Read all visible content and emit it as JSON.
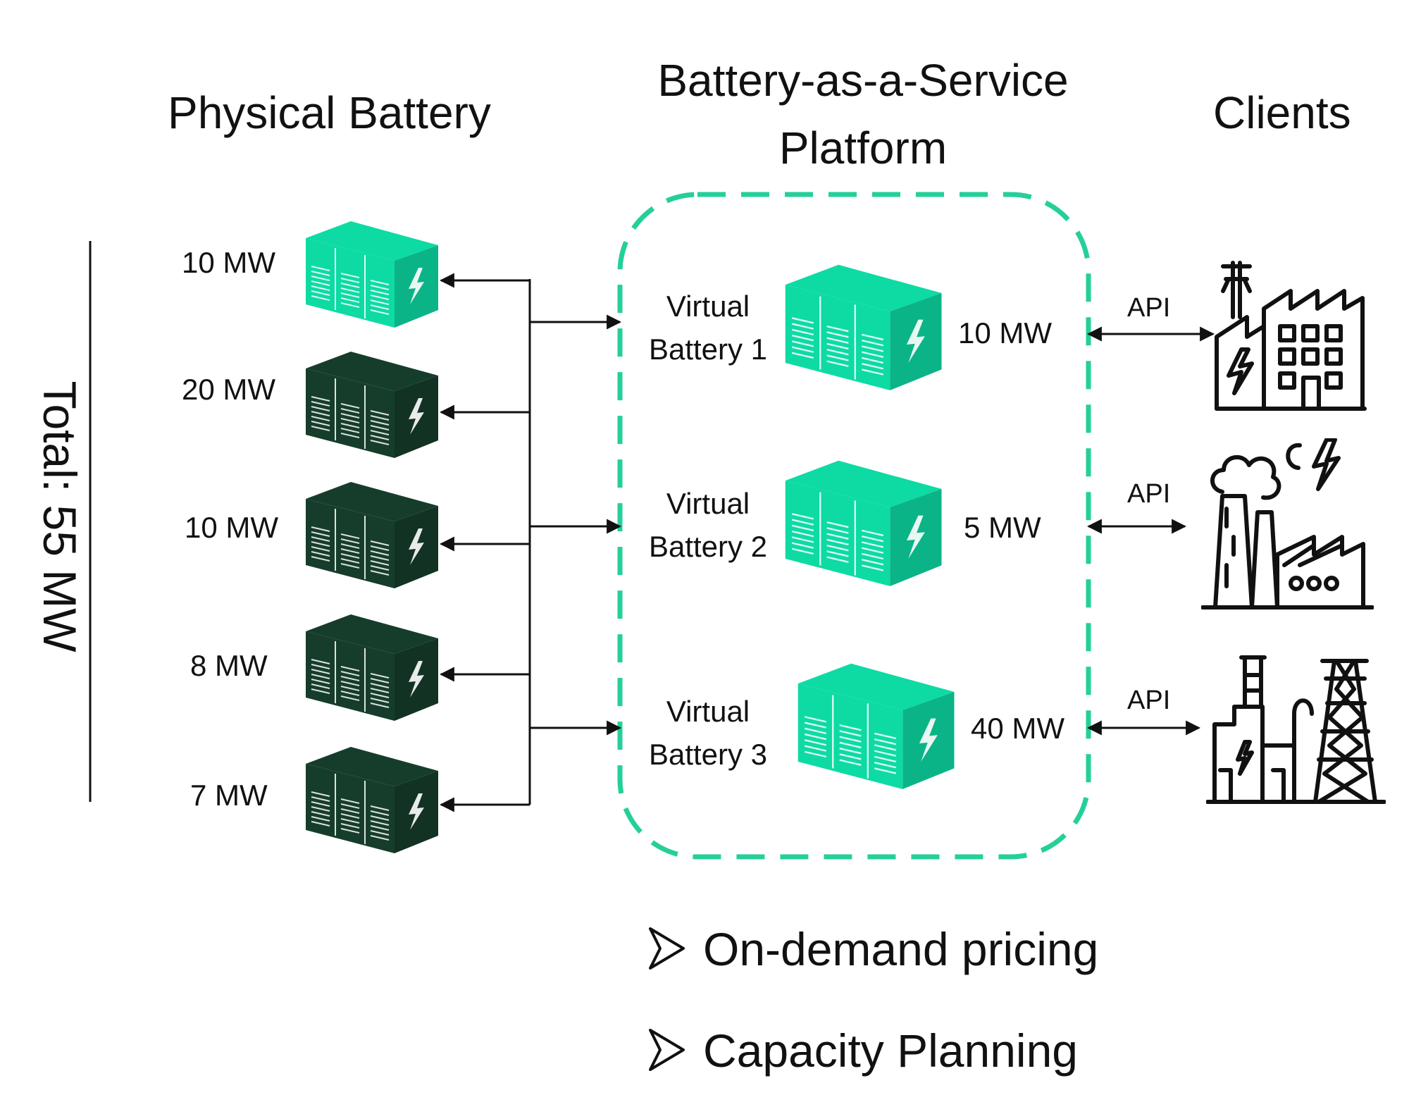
{
  "headers": {
    "physical": "Physical Battery",
    "platform_line1": "Battery-as-a-Service",
    "platform_line2": "Platform",
    "clients": "Clients"
  },
  "total_label": "Total: 55 MW",
  "physical_batteries": [
    {
      "capacity": "10 MW",
      "active": true
    },
    {
      "capacity": "20 MW",
      "active": false
    },
    {
      "capacity": "10 MW",
      "active": false
    },
    {
      "capacity": "8 MW",
      "active": false
    },
    {
      "capacity": "7 MW",
      "active": false
    }
  ],
  "virtual_batteries": [
    {
      "line1": "Virtual",
      "line2": "Battery 1",
      "capacity": "10 MW"
    },
    {
      "line1": "Virtual",
      "line2": "Battery 2",
      "capacity": "5 MW"
    },
    {
      "line1": "Virtual",
      "line2": "Battery 3",
      "capacity": "40 MW"
    }
  ],
  "api_labels": [
    "API",
    "API",
    "API"
  ],
  "clients": [
    {
      "icon": "factory-icon"
    },
    {
      "icon": "industrial-plant-icon"
    },
    {
      "icon": "power-plant-tower-icon"
    }
  ],
  "bullets": [
    "On-demand pricing",
    "Capacity Planning"
  ],
  "colors": {
    "active_battery": "#0ddba3",
    "inactive_battery": "#163d2b",
    "platform_border": "#25cf9a",
    "line": "#111111"
  }
}
